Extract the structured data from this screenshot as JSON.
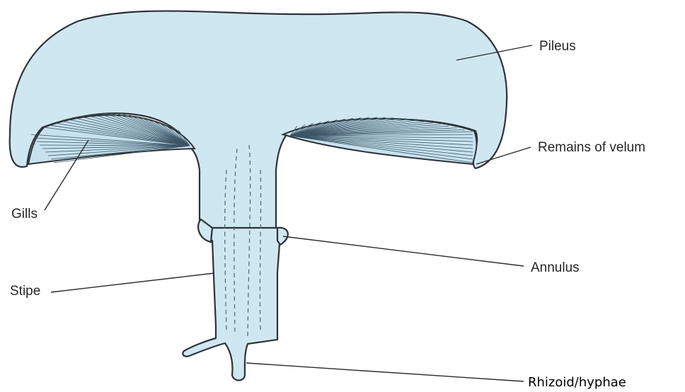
{
  "labels": {
    "pileus": "Pileus",
    "remains_of_velum": "Remains of velum",
    "gills": "Gills",
    "annulus": "Annulus",
    "stipe": "Stipe",
    "rhizoid": "Rhizoid/hyphae"
  },
  "colors": {
    "tissue": "#cfe7f1",
    "outline": "#2e3236"
  }
}
